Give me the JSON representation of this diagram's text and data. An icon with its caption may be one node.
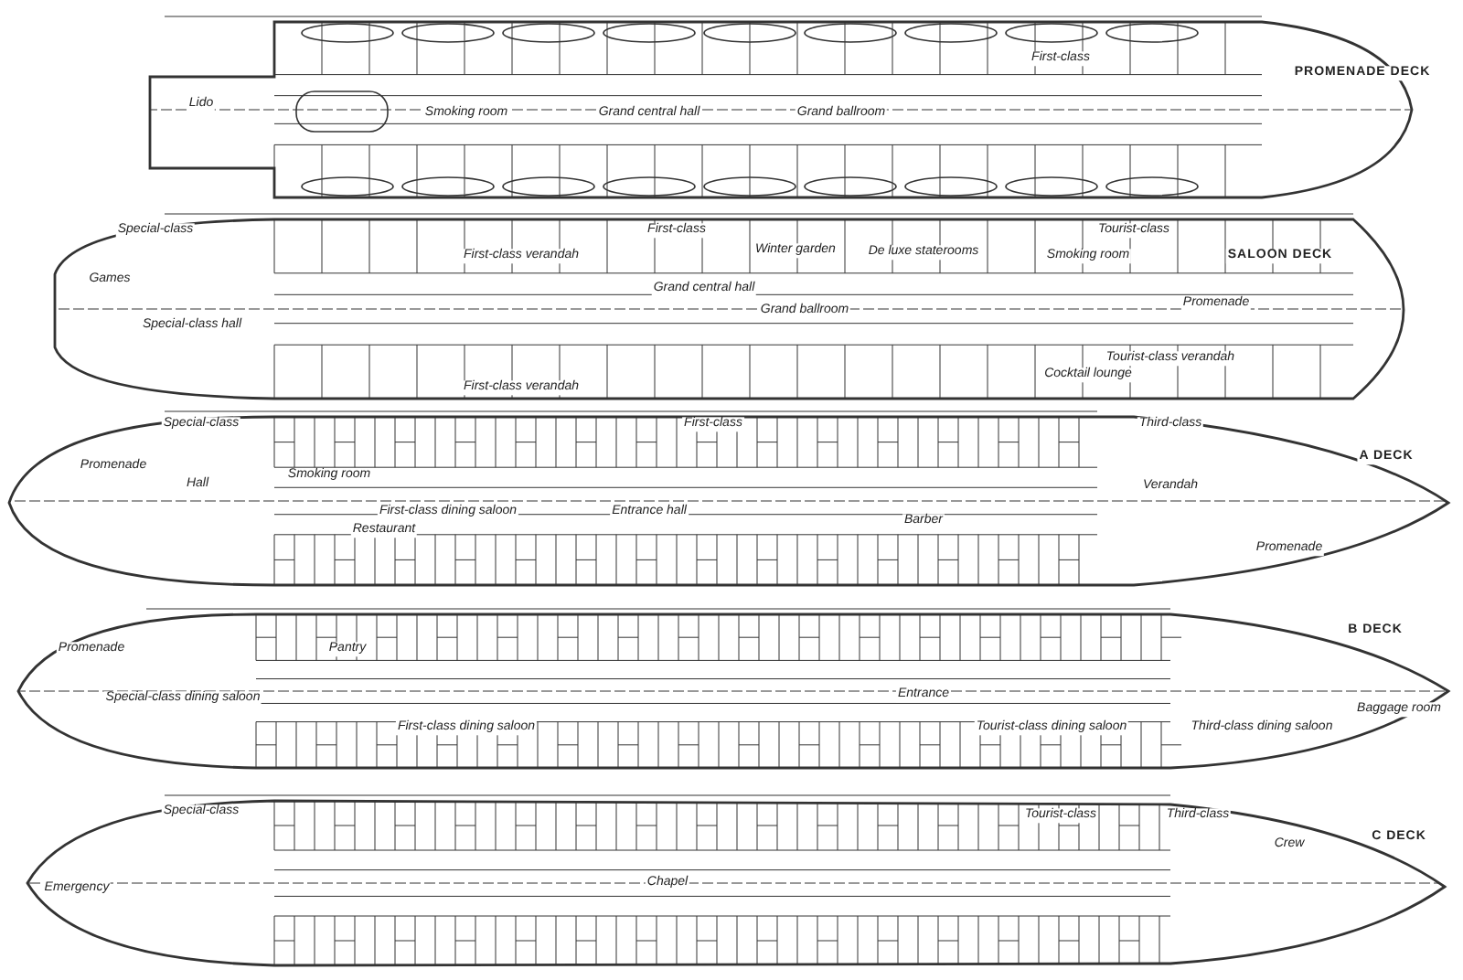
{
  "diagram": {
    "labels": [
      "Lido",
      "Smoking room",
      "Grand central hall",
      "Grand ballroom",
      "First-class",
      "PROMENADE DECK",
      "Special-class",
      "First-class",
      "Games",
      "Special-class hall",
      "First-class verandah",
      "Grand central hall",
      "Winter garden",
      "De luxe staterooms",
      "Grand ballroom",
      "Smoking room",
      "Tourist-class",
      "Promenade",
      "Cocktail lounge",
      "Tourist-class verandah",
      "SALOON DECK",
      "First-class verandah",
      "Special-class",
      "First-class",
      "Third-class",
      "A DECK",
      "Promenade",
      "Hall",
      "Smoking room",
      "Restaurant",
      "First-class dining saloon",
      "Entrance hall",
      "Barber",
      "Verandah",
      "Promenade",
      "Promenade",
      "Special-class dining saloon",
      "Pantry",
      "First-class dining saloon",
      "Entrance",
      "Tourist-class dining saloon",
      "Third-class dining saloon",
      "B DECK",
      "Baggage room",
      "Special-class",
      "Tourist-class",
      "Third-class",
      "C DECK",
      "Chapel",
      "Emergency",
      "Crew"
    ]
  }
}
